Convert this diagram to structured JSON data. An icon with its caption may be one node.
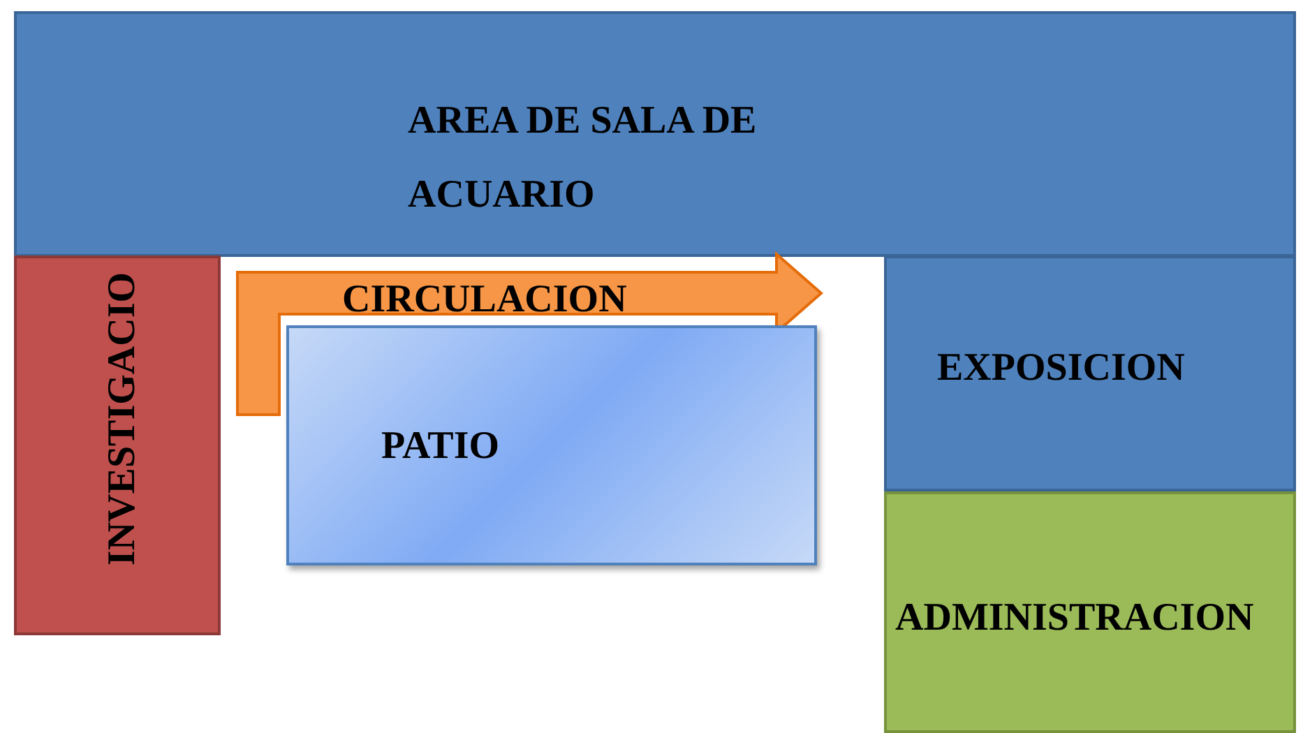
{
  "diagram": {
    "nodes": [
      {
        "text": [
          "AREA DE SALA DE ACUARIO"
        ]
      },
      {
        "text": [
          "INVESTIGACIO"
        ]
      },
      {
        "text": [
          "CIRCULACION"
        ]
      },
      {
        "text": [
          "PATIO"
        ]
      },
      {
        "text": [
          "EXPOSICION"
        ]
      },
      {
        "text": [
          "ADMINISTRACION"
        ]
      }
    ]
  }
}
